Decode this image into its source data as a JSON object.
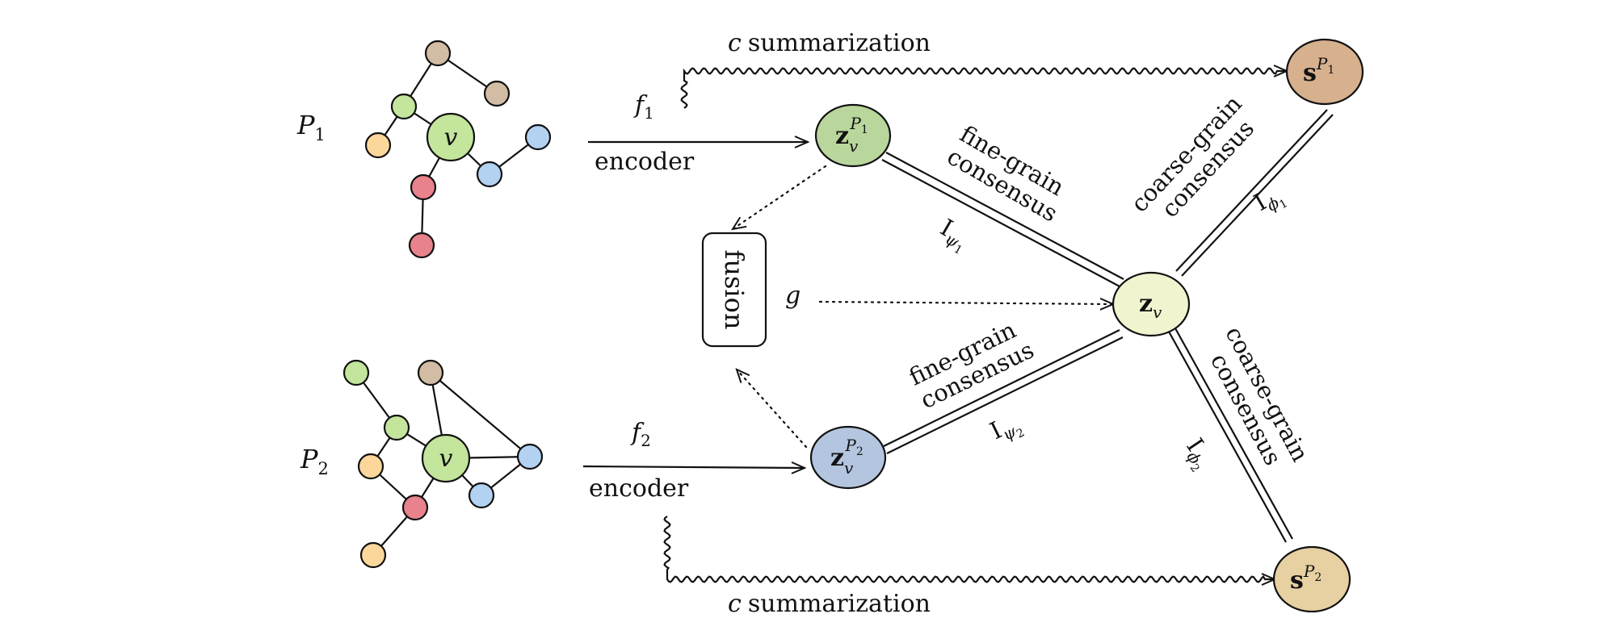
{
  "colors": {
    "green": "#c4e59c",
    "tan": "#d2bca3",
    "orange": "#fcd79b",
    "blue": "#b3d1f1",
    "red": "#e8828d",
    "z_p1": "#b9d69c",
    "z_p2": "#b4c6df",
    "z_v": "#f0f4cf",
    "s_p1": "#d7b08e",
    "s_p2": "#e7d0a1"
  },
  "graphs": {
    "p1": {
      "label": "P",
      "sub": "1",
      "center": "v"
    },
    "p2": {
      "label": "P",
      "sub": "2",
      "center": "v"
    }
  },
  "edges": {
    "f1": {
      "name": "f",
      "sub": "1",
      "text": "encoder"
    },
    "f2": {
      "name": "f",
      "sub": "2",
      "text": "encoder"
    },
    "summary_top": {
      "name": "c",
      "text": "summarization"
    },
    "summary_bottom": {
      "name": "c",
      "text": "summarization"
    },
    "g": "g",
    "fine_top": [
      "fine-grain",
      "consensus"
    ],
    "fine_bottom": [
      "fine-grain",
      "consensus"
    ],
    "coarse_top": [
      "coarse-grain",
      "consensus"
    ],
    "coarse_bottom": [
      "coarse-grain",
      "consensus"
    ],
    "i_psi1": {
      "main": "I",
      "sub": "ψ",
      "subsub": "1"
    },
    "i_psi2": {
      "main": "I",
      "sub": "ψ",
      "subsub": "2"
    },
    "i_phi1": {
      "main": "I",
      "sub": "ϕ",
      "subsub": "1"
    },
    "i_phi2": {
      "main": "I",
      "sub": "ϕ",
      "subsub": "2"
    }
  },
  "nodes": {
    "z_p1": {
      "main": "z",
      "sub": "v",
      "sup": "P",
      "supsub": "1"
    },
    "z_p2": {
      "main": "z",
      "sub": "v",
      "sup": "P",
      "supsub": "2"
    },
    "z_v": {
      "main": "z",
      "sub": "v"
    },
    "s_p1": {
      "main": "s",
      "sup": "P",
      "supsub": "1"
    },
    "s_p2": {
      "main": "s",
      "sup": "P",
      "supsub": "2"
    },
    "fusion": "fusion"
  }
}
